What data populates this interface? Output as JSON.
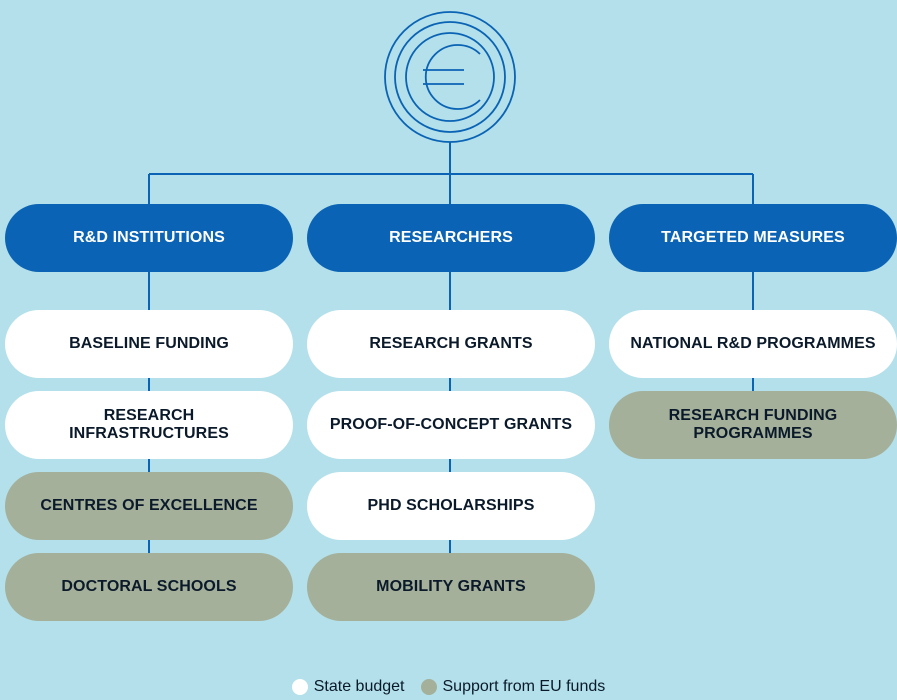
{
  "icon": "euro-coin-icon",
  "colors": {
    "background": "#b3e0ea",
    "category": "#0a63b4",
    "state_budget": "#ffffff",
    "eu_funds": "#a4b09a",
    "connector": "#0a63b4"
  },
  "columns": [
    {
      "header": "R&D INSTITUTIONS",
      "items": [
        {
          "label": "BASELINE FUNDING",
          "funding": "state"
        },
        {
          "label": "RESEARCH INFRASTRUCTURES",
          "funding": "state"
        },
        {
          "label": "CENTRES OF EXCELLENCE",
          "funding": "eu"
        },
        {
          "label": "DOCTORAL SCHOOLS",
          "funding": "eu"
        }
      ]
    },
    {
      "header": "RESEARCHERS",
      "items": [
        {
          "label": "RESEARCH GRANTS",
          "funding": "state"
        },
        {
          "label": "PROOF-OF-CONCEPT GRANTS",
          "funding": "state"
        },
        {
          "label": "PHD SCHOLARSHIPS",
          "funding": "state"
        },
        {
          "label": "MOBILITY GRANTS",
          "funding": "eu"
        }
      ]
    },
    {
      "header": "TARGETED MEASURES",
      "items": [
        {
          "label": "NATIONAL R&D PROGRAMMES",
          "funding": "state"
        },
        {
          "label": "RESEARCH FUNDING PROGRAMMES",
          "funding": "eu"
        }
      ]
    }
  ],
  "legend": {
    "state_label": "State budget",
    "eu_label": "Support from EU funds"
  }
}
